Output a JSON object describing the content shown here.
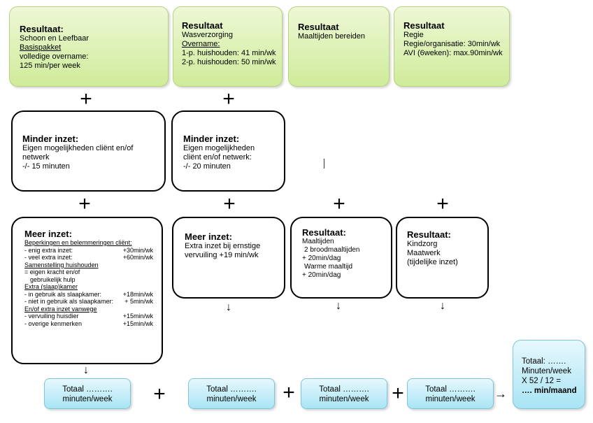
{
  "row1": {
    "b1": {
      "title": "Resultaat:",
      "l1": "Schoon en Leefbaar",
      "l2": "Basispakket",
      "l3": "volledige overname:",
      "l4": "125 min/per week"
    },
    "b2": {
      "title": "Resultaat",
      "l1": "Wasverzorging",
      "l2": "Overname:",
      "l3": "1-p. huishouden: 41 min/wk",
      "l4": "2-p. huishouden: 50 min/wk"
    },
    "b3": {
      "title": "Resultaat",
      "l1": "Maaltijden bereiden"
    },
    "b4": {
      "title": "Resultaat",
      "l1": "Regie",
      "l2": "Regie/organisatie: 30min/wk",
      "l3": "AVI (6weken): max.90min/wk"
    }
  },
  "row2": {
    "b1": {
      "title": "Minder inzet:",
      "l1": "Eigen mogelijkheden cliënt en/of",
      "l2": "netwerk",
      "l3": "-/- 15 minuten"
    },
    "b2": {
      "title": "Minder inzet:",
      "l1": "Eigen mogelijkheden",
      "l2": "cliënt en/of netwerk:",
      "l3": "-/- 20 minuten"
    }
  },
  "row3": {
    "b1": {
      "title": "Meer inzet:",
      "h1": "Beperkingen en belemmeringen cliënt:",
      "r1a": "- enig extra inzet:",
      "r1b": "+30min/wk",
      "r2a": "- veel extra inzet:",
      "r2b": "+60min/wk",
      "h2": "Samenstelling huishouden",
      "s1": "= eigen kracht en/of",
      "s2": "gebruikelijk hulp",
      "h3": "Extra (slaap)kamer",
      "r3a": "- in gebruik als slaapkamer:",
      "r3b": "+18min/wk",
      "r4a": "- niet in gebruik als slaapkamer:",
      "r4b": "+ 5min/wk",
      "h4": "En/of extra inzet vanwege",
      "r5a": "- vervuiling huisdier",
      "r5b": "+15min/wk",
      "r6a": "- overige kenmerken",
      "r6b": "+15min/wk"
    },
    "b2": {
      "title": "Meer inzet:",
      "l1": "Extra inzet bij ernstige",
      "l2": "vervuiling    +19 min/wk"
    },
    "b3": {
      "title": "Resultaat:",
      "l1": "Maaltijden",
      "l2": "2 broodmaaltijden",
      "l3": "+ 20min/dag",
      "l4": "Warme maaltijd",
      "l5": "+ 20min/dag"
    },
    "b4": {
      "title": "Resultaat:",
      "l1": "Kindzorg",
      "l2": "Maatwerk",
      "l3": "(tijdelijke inzet)"
    }
  },
  "totals": {
    "l1": "Totaal ……….",
    "l2": "minuten/week"
  },
  "final": {
    "l1": "Totaal: …….",
    "l2": "Minuten/week",
    "l3": "X 52 / 12 =",
    "l4": "…. min/maand"
  },
  "symbols": {
    "plus": "+",
    "arrow_down": "↓",
    "arrow_right": "→"
  }
}
